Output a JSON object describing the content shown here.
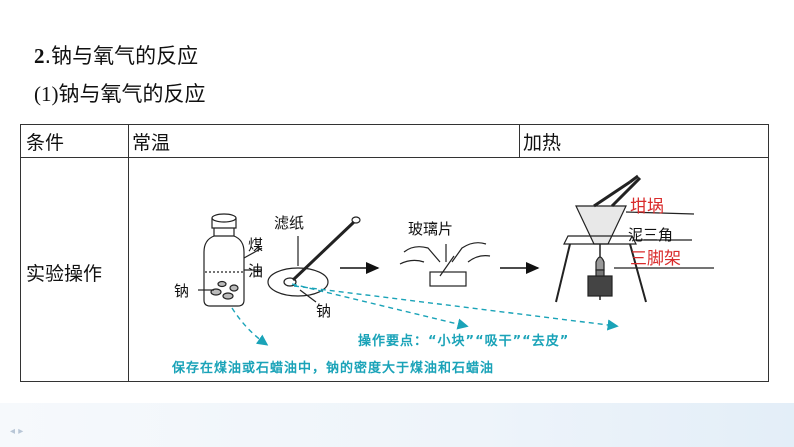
{
  "heading": {
    "number": "2",
    "text": ".钠与氧气的反应"
  },
  "subheading": {
    "number": "(1)",
    "text": "钠与氧气的反应"
  },
  "table": {
    "col_header": "条件",
    "col_normal": "常温",
    "col_heat": "加热",
    "row_header": "实验操作"
  },
  "figure_labels": {
    "meiyou_1": "煤",
    "meiyou_2": "油",
    "na_left": "钠",
    "filter_paper": "滤纸",
    "na_bottom": "钠",
    "glass_piece": "玻璃片",
    "crucible": "坩埚",
    "clay_triangle": "泥三角",
    "tripod": "三脚架"
  },
  "notes": {
    "key_points": "操作要点：“小块”“吸干”“去皮”",
    "storage": "保存在煤油或石蜡油中，钠的密度大于煤油和石蜡油"
  },
  "colors": {
    "note_color": "#1aa3b8",
    "red_label": "#d92b2b"
  }
}
